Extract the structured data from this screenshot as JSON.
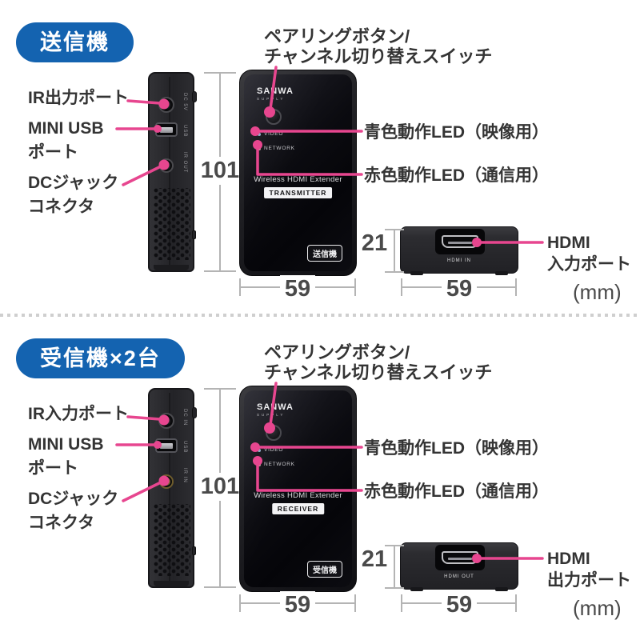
{
  "colors": {
    "accent_pink": "#e7468f",
    "badge_blue": "#1463b0"
  },
  "unit": "(mm)",
  "sections": [
    {
      "badge": "送信機",
      "labels": {
        "ir": "IR出力ポート",
        "usb_line1": "MINI USB",
        "usb_line2": "ポート",
        "dc_line1": "DCジャック",
        "dc_line2": "コネクタ",
        "pairing_line1": "ペアリングボタン/",
        "pairing_line2": "チャンネル切り替えスイッチ",
        "led_blue": "青色動作LED（映像用）",
        "led_red": "赤色動作LED（通信用）",
        "hdmi_line1": "HDMI",
        "hdmi_line2": "入力ポート"
      },
      "dims": {
        "height": "101",
        "width": "59",
        "depth": "21",
        "bottom_width": "59"
      },
      "unit": "(mm)",
      "device": {
        "brand_line1": "SANWA",
        "brand_line2": "SUPPLY",
        "led1": "VIDEO",
        "led2": "NETWORK",
        "product": "Wireless HDMI Extender",
        "role_badge": "TRANSMITTER",
        "tag": "送信機",
        "port_caption": "HDMI IN",
        "side_port_top": "DC 5V",
        "side_port_mid": "USB",
        "side_port_bottom": "IR OUT"
      }
    },
    {
      "badge": "受信機×2台",
      "labels": {
        "ir": "IR入力ポート",
        "usb_line1": "MINI USB",
        "usb_line2": "ポート",
        "dc_line1": "DCジャック",
        "dc_line2": "コネクタ",
        "pairing_line1": "ペアリングボタン/",
        "pairing_line2": "チャンネル切り替えスイッチ",
        "led_blue": "青色動作LED（映像用）",
        "led_red": "赤色動作LED（通信用）",
        "hdmi_line1": "HDMI",
        "hdmi_line2": "出力ポート"
      },
      "dims": {
        "height": "101",
        "width": "59",
        "depth": "21",
        "bottom_width": "59"
      },
      "unit": "(mm)",
      "device": {
        "brand_line1": "SANWA",
        "brand_line2": "SUPPLY",
        "led1": "VIDEO",
        "led2": "NETWORK",
        "product": "Wireless HDMI Extender",
        "role_badge": "RECEIVER",
        "tag": "受信機",
        "port_caption": "HDMI OUT",
        "side_port_top": "DC IN",
        "side_port_mid": "USB",
        "side_port_bottom": "IR IN"
      }
    }
  ]
}
